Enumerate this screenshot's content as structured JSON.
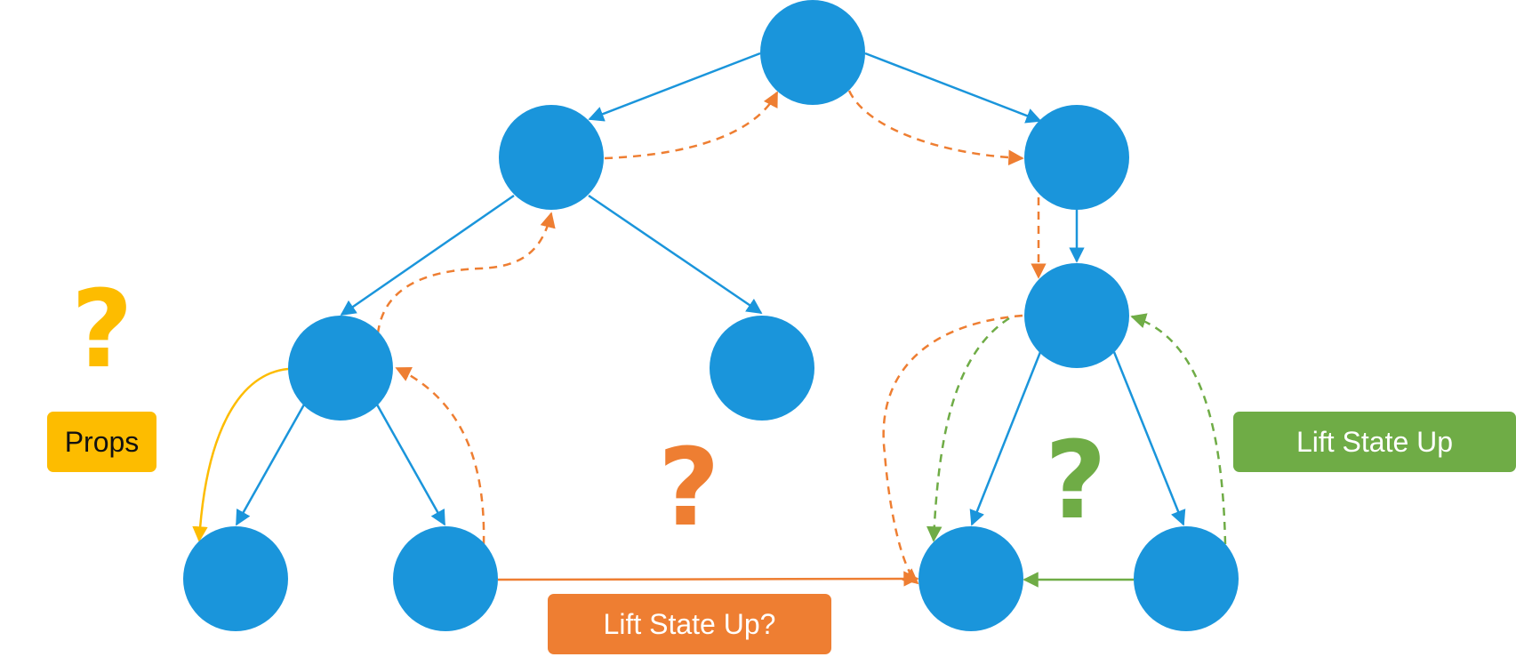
{
  "colors": {
    "node": "#1a95db",
    "tree_edge": "#1a95db",
    "props": "#fdbc00",
    "orange": "#ee7e32",
    "green": "#6fac46",
    "label_dark_text": "#111111",
    "label_light_text": "#ffffff"
  },
  "labels": {
    "props": "Props",
    "lift_state_up_question": "Lift State Up?",
    "lift_state_up": "Lift State Up"
  },
  "question_marks": {
    "props": "?",
    "orange": "?",
    "green": "?"
  }
}
